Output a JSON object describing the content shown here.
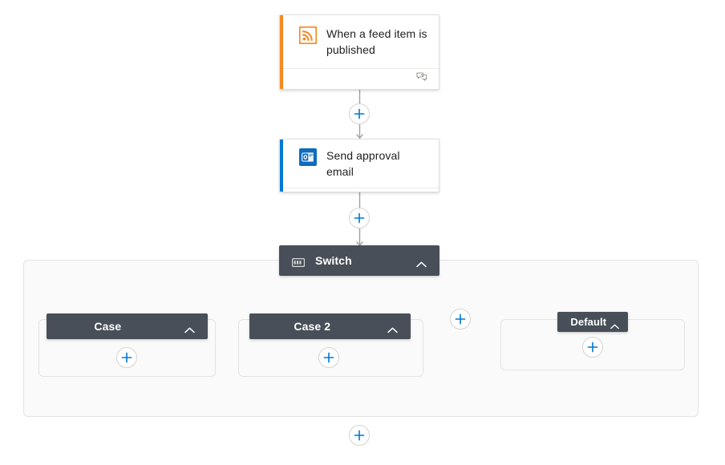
{
  "designer": {
    "background_color": "#ffffff",
    "accent_color": "#0078d4",
    "scope_header_color": "#484f58",
    "connector_color": "#a19f9d"
  },
  "nodes": {
    "trigger": {
      "title": "When a feed item is published",
      "icon": "rss-icon",
      "icon_color": "#f6891f",
      "accent_color": "#f6891f",
      "footer_icon": "comments-icon"
    },
    "action": {
      "title": "Send approval email",
      "icon": "outlook-icon",
      "icon_color": "#0072c6",
      "accent_color": "#0078d4",
      "footer_icon": "comments-icon"
    },
    "switch": {
      "title": "Switch",
      "icon": "switch-icon",
      "collapse_icon": "chevron-up-icon"
    },
    "cases": [
      {
        "title": "Case",
        "collapse_icon": "chevron-up-icon",
        "add_label": "+"
      },
      {
        "title": "Case 2",
        "collapse_icon": "chevron-up-icon",
        "add_label": "+"
      }
    ],
    "default_case": {
      "title": "Default",
      "collapse_icon": "chevron-up-icon",
      "add_label": "+"
    }
  },
  "connectors": {
    "add_step_label": "+",
    "add_case_label": "+",
    "add_bottom_label": "+"
  }
}
